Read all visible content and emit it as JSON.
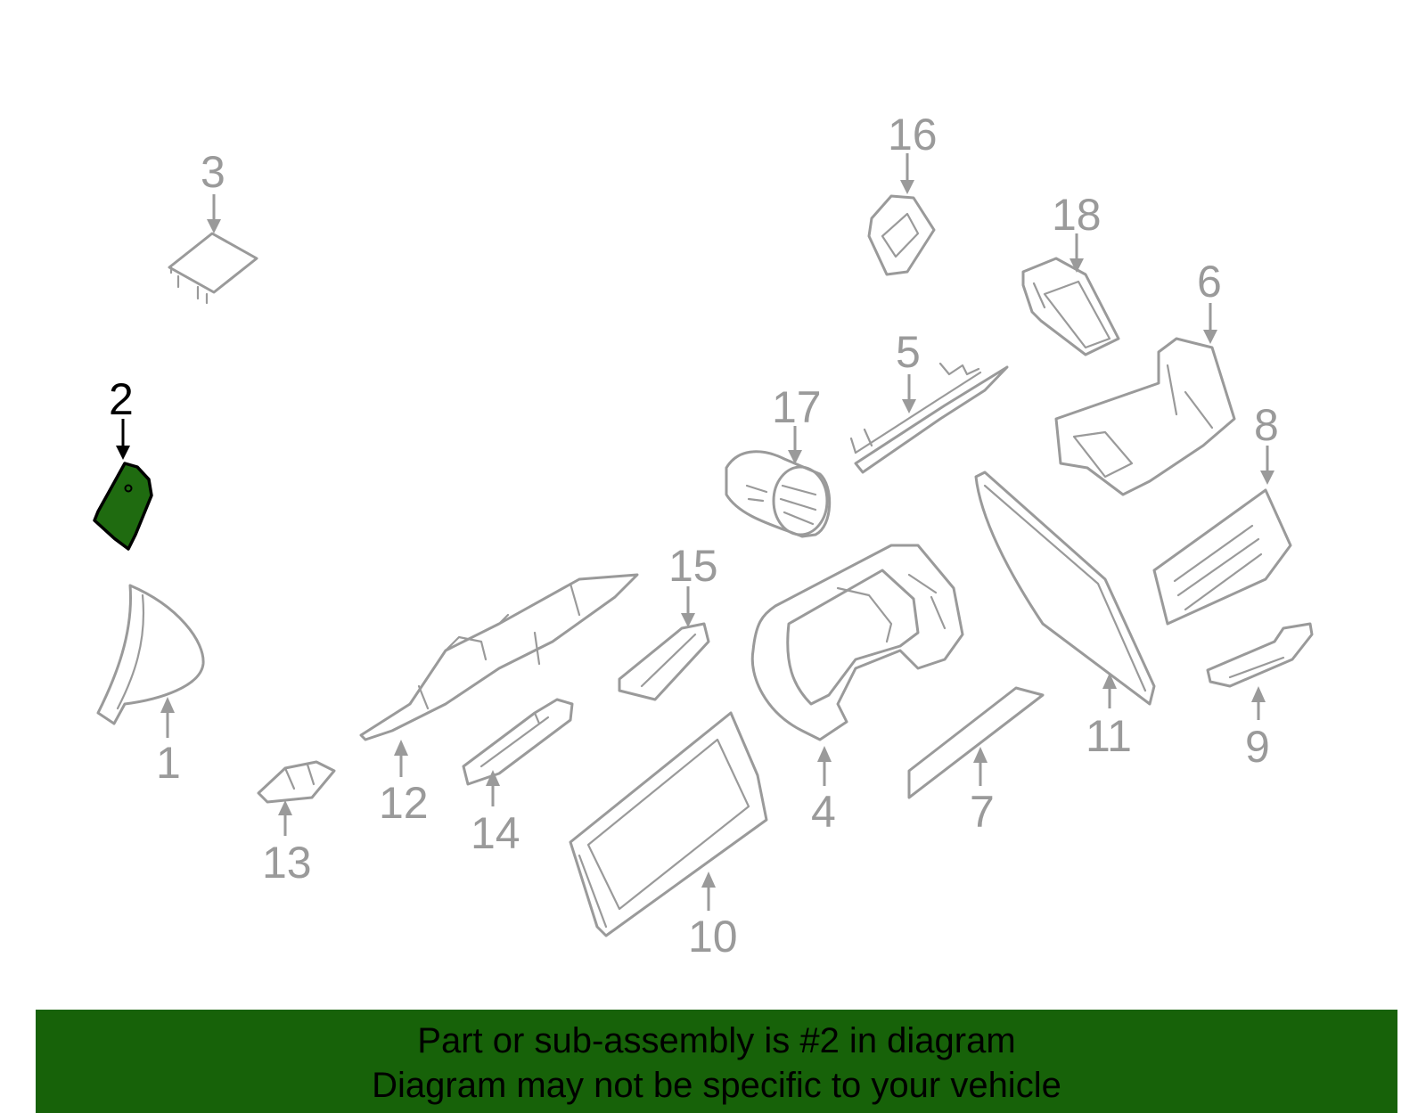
{
  "selected_part": "2",
  "callouts": {
    "c1": "1",
    "c2": "2",
    "c3": "3",
    "c4": "4",
    "c5": "5",
    "c6": "6",
    "c7": "7",
    "c8": "8",
    "c9": "9",
    "c10": "10",
    "c11": "11",
    "c12": "12",
    "c13": "13",
    "c14": "14",
    "c15": "15",
    "c16": "16",
    "c17": "17",
    "c18": "18"
  },
  "banner": {
    "line1": "Part or sub-assembly is #2 in diagram",
    "line2": "Diagram may not be specific to your vehicle"
  },
  "colors": {
    "highlight_fill": "#1f6b10",
    "banner_background": "#176209",
    "part_stroke": "#9a9a9a"
  }
}
